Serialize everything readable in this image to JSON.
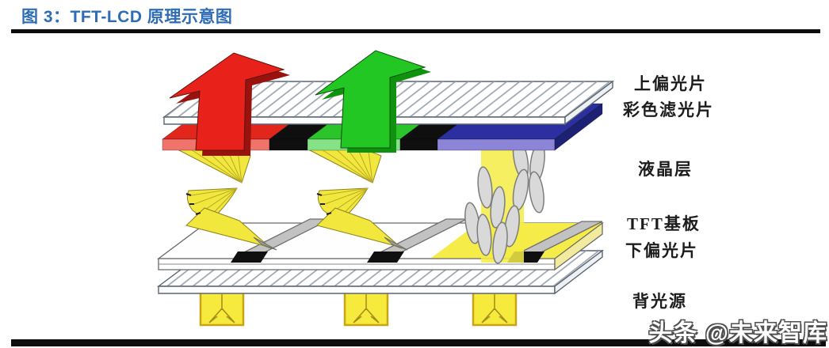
{
  "page": {
    "title": "图 3：TFT-LCD 原理示意图"
  },
  "colors": {
    "title_blue": "#2e6cb5",
    "rule_black": "#0d0d0d",
    "red_arrow": "#e8211a",
    "red_arrow_dark": "#9a120d",
    "green_arrow": "#23c723",
    "green_arrow_dark": "#0f930f",
    "filter_red": "#e2261c",
    "filter_red_front": "#f0746b",
    "filter_green": "#2bc42b",
    "filter_green_front": "#86e286",
    "filter_blue": "#2b2f9f",
    "filter_blue_front": "#8c84d6",
    "filter_blue_side": "#1d2173",
    "separator_black": "#0f0f0f",
    "lc_yellow": "#f2e73d",
    "beam_yellow": "#f5ec45",
    "lit_substrate": "#f5ec4a",
    "backlight_yellow": "#f6ea3c",
    "molecule_gray": "#d9d9d9",
    "bar_gray": "#c2c2c2",
    "watermark_gray": "#4f4f4f"
  },
  "diagram": {
    "labels": {
      "upper_polarizer": "上偏光片",
      "color_filter": "彩色滤光片",
      "liquid_crystal": "液晶层",
      "tft_substrate": "TFT基板",
      "lower_polarizer": "下偏光片",
      "backlight": "背光源"
    }
  },
  "watermark": {
    "text": "头条 @未来智库"
  }
}
